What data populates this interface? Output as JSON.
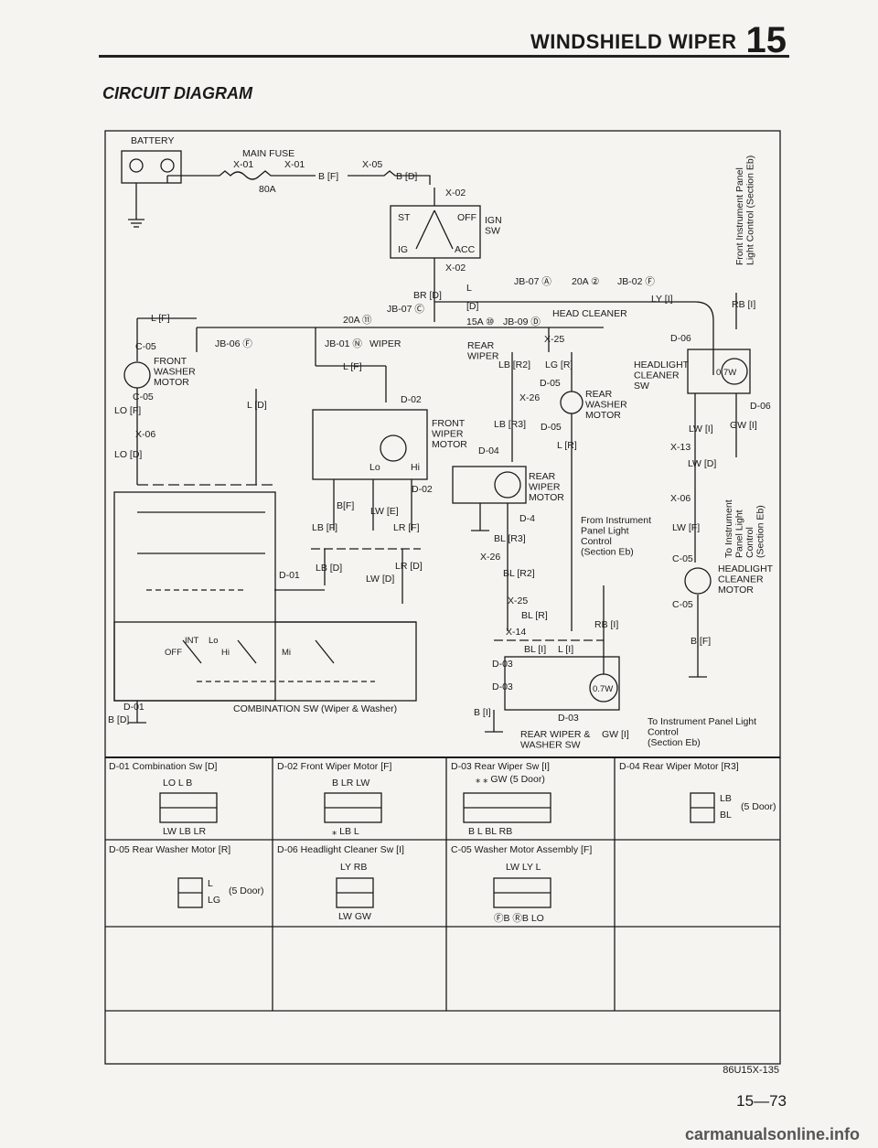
{
  "header": {
    "title": "WINDSHIELD WIPER",
    "section_number": "15"
  },
  "section_title": "CIRCUIT DIAGRAM",
  "diagram": {
    "labels": {
      "battery": "BATTERY",
      "main_fuse": "MAIN FUSE",
      "x01a": "X-01",
      "x01b": "X-01",
      "x05": "X-05",
      "fuse_80a": "80A",
      "b_f": "B [F]",
      "b_d": "B [D]",
      "x02_top": "X-02",
      "x02_bot": "X-02",
      "ign_sw": "IGN\nSW",
      "st": "ST",
      "off": "OFF",
      "ig": "IG",
      "acc": "ACC",
      "br_d": "BR [D]",
      "l_top": "L",
      "d_small": "[D]",
      "jb07_a": "JB-07 Ⓐ",
      "fuse_20a_2": "20A ②",
      "jb02_f": "JB-02 Ⓕ",
      "ly_i": "LY [I]",
      "rb_i_top": "RB [I]",
      "fuse_20a_11": "20A ⑪",
      "jb07_c": "JB-07 Ⓒ",
      "fuse_15a_10": "15A ⑩",
      "jb09_d": "JB-09 Ⓓ",
      "head_cleaner": "HEAD CLEANER",
      "l_f_top": "L [F]",
      "c05_top": "C-05",
      "front_washer": "FRONT\nWASHER\nMOTOR",
      "c05_mid": "C-05",
      "lo_f": "LO [F]",
      "x06": "X-06",
      "lo_d": "LO [D]",
      "jb06_f": "JB-06 Ⓕ",
      "jb01_n": "JB-01 Ⓝ",
      "wiper": "WIPER",
      "l_f_mid": "L [F]",
      "l_d": "L [D]",
      "d02_top": "D-02",
      "front_wiper": "FRONT\nWIPER\nMOTOR",
      "lo": "Lo",
      "hi": "Hi",
      "rear_wiper": "REAR\nWIPER",
      "x25_top": "X-25",
      "lb_r2": "LB [R2]",
      "lg_r": "LG [R]",
      "d05_a": "D-05",
      "x26": "X-26",
      "rear_washer": "REAR\nWASHER\nMOTOR",
      "lb_r3": "LB [R3]",
      "d05_b": "D-05",
      "l_r": "L [R]",
      "d04": "D-04",
      "rear_wiper_motor": "REAR\nWIPER\nMOTOR",
      "d4": "D-4",
      "bl_r3": "BL [R3]",
      "x26_b": "X-26",
      "bl_r2": "BL [R2]",
      "x25_b": "X-25",
      "bl_r": "BL [R]",
      "x14": "X-14",
      "bl_i": "BL [I]",
      "l_i": "L [I]",
      "d03_a": "D-03",
      "d03_b": "D-03",
      "d03_c": "D-03",
      "b_i": "B [I]",
      "rear_wiper_sw": "REAR WIPER &\nWASHER SW",
      "gw_i_bottom": "GW [I]",
      "to_panel_light": "To Instrument Panel Light\nControl\n(Section Eb)",
      "from_panel": "From Instrument\nPanel Light\nControl\n(Section Eb)",
      "rb_i_mid": "RB [I]",
      "headlight_cleaner_sw": "HEADLIGHT\nCLEANER\nSW",
      "d06_top": "D-06",
      "d06_bot": "D-06",
      "lw_i": "LW [I]",
      "gw_i": "GW [I]",
      "x13": "X-13",
      "lw_d": "LW [D]",
      "x06_b": "X-06",
      "lw_f": "LW [F]",
      "c05_b": "C-05",
      "headlight_motor": "HEADLIGHT\nCLEANER\nMOTOR",
      "c05_c": "C-05",
      "b_f_right": "B [F]",
      "front_panel_vert": "Front Instrument Panel\nLight Control (Section Eb)",
      "to_panel_vert": "To Instrument\nPanel Light\nControl\n(Section Eb)",
      "bf": "B[F]",
      "lw_e": "LW [E]",
      "lb_f": "LB [F]",
      "lr_f": "LR [F]",
      "d02_mid": "D-02",
      "d01_mid": "D-01",
      "lb_d": "LB [D]",
      "lw_d2": "LW [D]",
      "lr_d": "LR [D]",
      "int": "INT",
      "lo_s": "Lo",
      "hi_s": "Hi",
      "mi_s": "Mi",
      "off_s": "OFF",
      "d01_bot": "D-01",
      "b_d_bot": "B [D]",
      "comb_sw": "COMBINATION SW (Wiper & Washer)",
      "seven_w": "0.7W"
    }
  },
  "connectors": [
    {
      "title": "D-01 Combination Sw [D]",
      "top": "LO  L  B",
      "bottom": "LW  LB  LR"
    },
    {
      "title": "D-02 Front Wiper Motor [F]",
      "top": "B  LR  LW",
      "bottom": "⁎  LB  L"
    },
    {
      "title": "D-03 Rear Wiper Sw [I]",
      "top": "⁎    ⁎  GW  (5 Door)",
      "bottom": "B  L  BL  RB"
    },
    {
      "title": "D-04 Rear Wiper Motor [R3]",
      "top": "LB",
      "bottom": "BL",
      "note": "(5 Door)"
    },
    {
      "title": "D-05 Rear Washer Motor [R]",
      "top": "L",
      "bottom": "LG",
      "note": "(5 Door)"
    },
    {
      "title": "D-06 Headlight Cleaner Sw [I]",
      "top": "LY  RB",
      "bottom": "LW  GW"
    },
    {
      "title": "C-05 Washer Motor Assembly [F]",
      "top": "LW  LY  L",
      "bottom": "ⒻB ⓇB  LO"
    }
  ],
  "figure_code": "86U15X-135",
  "page_number": "15—73",
  "watermark": "carmanualsonline.info"
}
